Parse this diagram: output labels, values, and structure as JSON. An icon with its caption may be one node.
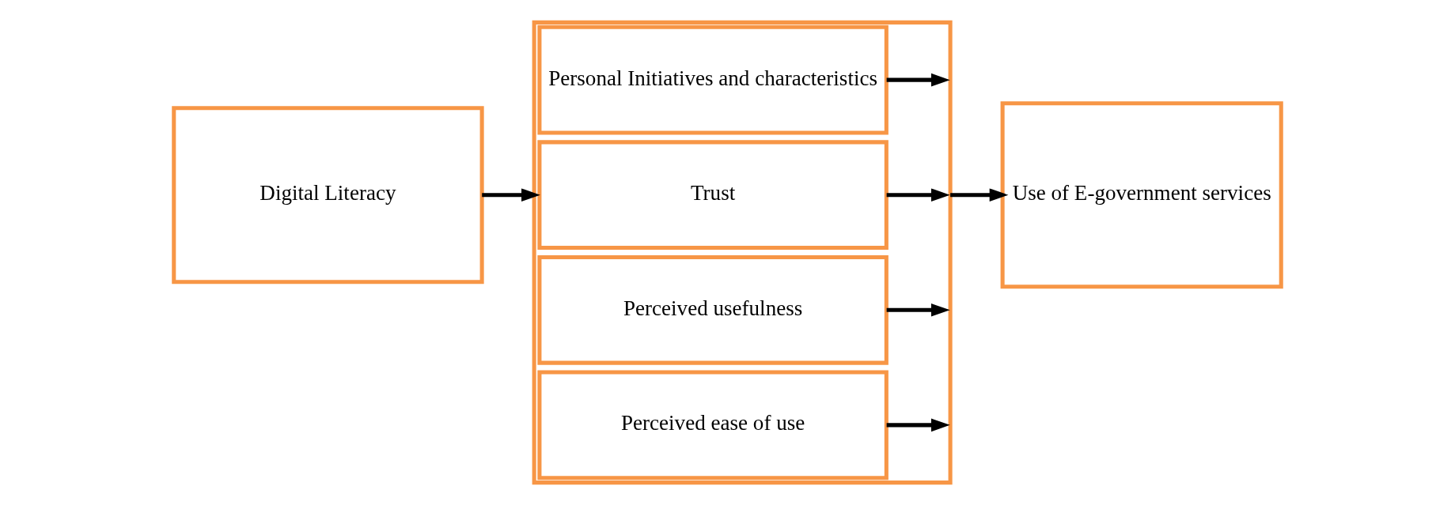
{
  "diagram": {
    "nodes": [
      {
        "text": [
          "Digital Literacy"
        ]
      },
      {
        "text": [],
        "shape": "box"
      },
      {
        "text": [
          "Personal Initiatives and characteristics"
        ],
        "in": 1
      },
      {
        "text": [
          "Trust"
        ],
        "in": 1
      },
      {
        "text": [
          "Perceived usefulness"
        ],
        "in": 1
      },
      {
        "text": [
          "Perceived ease of use"
        ],
        "in": 1
      },
      {
        "text": [
          "Use of E-government services"
        ]
      }
    ],
    "edges": [
      {
        "from": 0,
        "to": 1,
        "arrow": "to"
      },
      {
        "from": 2,
        "to": 1,
        "arrow": "to"
      },
      {
        "from": 3,
        "to": 1,
        "arrow": "to"
      },
      {
        "from": 4,
        "to": 1,
        "arrow": "to"
      },
      {
        "from": 5,
        "to": 1,
        "arrow": "to"
      },
      {
        "from": 1,
        "to": 6,
        "arrow": "to"
      }
    ]
  }
}
